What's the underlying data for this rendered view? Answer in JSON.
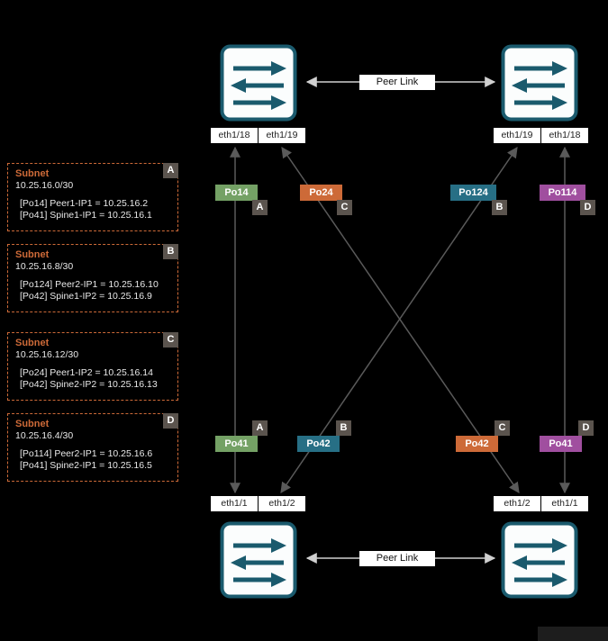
{
  "colors": {
    "background": "#000000",
    "switch_border": "#1a5a6d",
    "connection_line": "#5a5a5a",
    "peer_link_line": "#d0d0d0",
    "po_green": "#74a165",
    "po_orange": "#cd6a38",
    "po_teal": "#276f85",
    "po_purple": "#a04f9f",
    "badge_bg": "#5b544e",
    "subnet_border_orange": "#cd6a38"
  },
  "top": {
    "peer_link": "Peer Link",
    "left_switch_ports": [
      "eth1/18",
      "eth1/19"
    ],
    "right_switch_ports": [
      "eth1/19",
      "eth1/18"
    ],
    "port_channels": [
      {
        "label": "Po14",
        "badge": "A"
      },
      {
        "label": "Po24",
        "badge": "C"
      },
      {
        "label": "Po124",
        "badge": "B"
      },
      {
        "label": "Po114",
        "badge": "D"
      }
    ]
  },
  "bottom": {
    "peer_link": "Peer Link",
    "left_switch_ports": [
      "eth1/1",
      "eth1/2"
    ],
    "right_switch_ports": [
      "eth1/2",
      "eth1/1"
    ],
    "port_channels": [
      {
        "label": "Po41",
        "badge": "A"
      },
      {
        "label": "Po42",
        "badge": "B"
      },
      {
        "label": "Po42",
        "badge": "C"
      },
      {
        "label": "Po41",
        "badge": "D"
      }
    ]
  },
  "subnets": [
    {
      "badge": "A",
      "heading": "Subnet",
      "cidr": "10.25.16.0/30",
      "entries": [
        "[Po14] Peer1-IP1 = 10.25.16.2",
        "[Po41] Spine1-IP1 = 10.25.16.1"
      ]
    },
    {
      "badge": "B",
      "heading": "Subnet",
      "cidr": "10.25.16.8/30",
      "entries": [
        "[Po124] Peer2-IP1 = 10.25.16.10",
        "[Po42] Spine1-IP2 = 10.25.16.9"
      ]
    },
    {
      "badge": "C",
      "heading": "Subnet",
      "cidr": "10.25.16.12/30",
      "entries": [
        "[Po24] Peer1-IP2 = 10.25.16.14",
        "[Po42] Spine2-IP2 = 10.25.16.13"
      ]
    },
    {
      "badge": "D",
      "heading": "Subnet",
      "cidr": "10.25.16.4/30",
      "entries": [
        "[Po114] Peer2-IP1 = 10.25.16.6",
        "[Po41] Spine2-IP1 = 10.25.16.5"
      ]
    }
  ]
}
